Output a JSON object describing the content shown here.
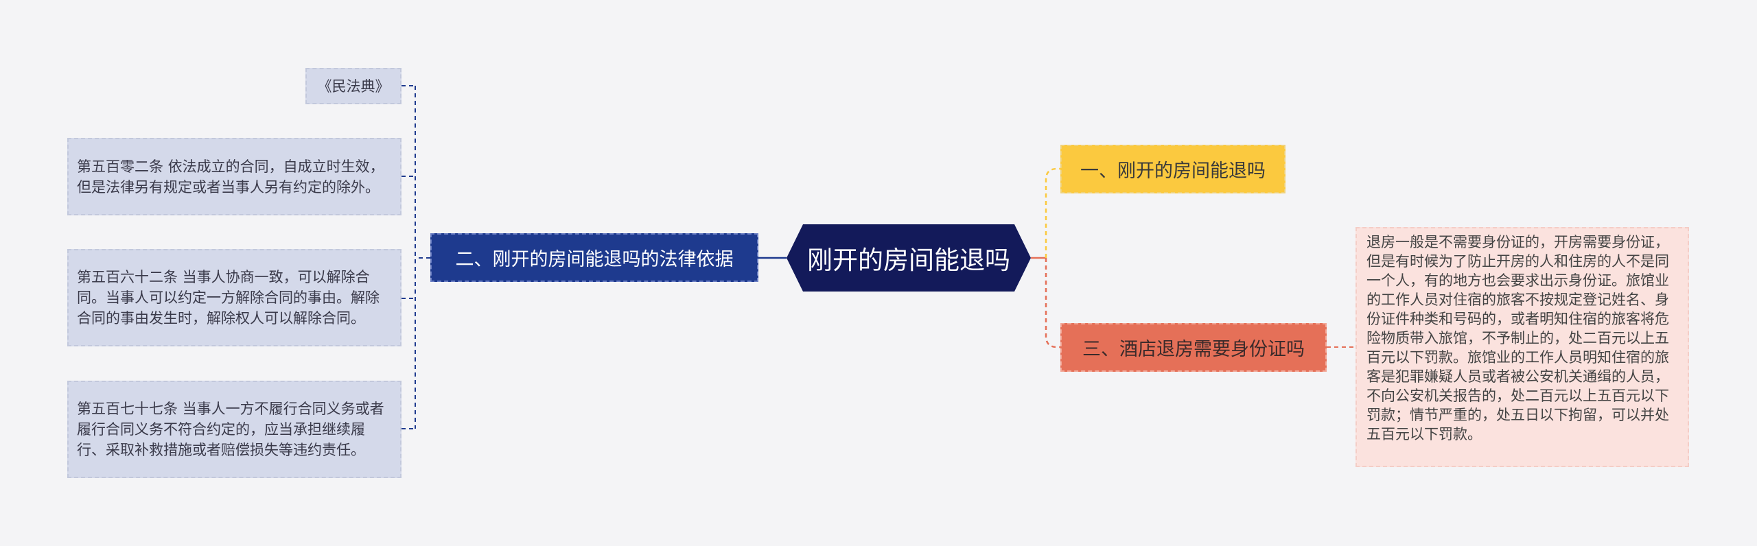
{
  "center": {
    "label": "刚开的房间能退吗"
  },
  "left_branch": {
    "label": "二、刚开的房间能退吗的法律依据",
    "items": [
      "《民法典》",
      "第五百零二条 依法成立的合同，自成立时生效，但是法律另有规定或者当事人另有约定的除外。",
      "第五百六十二条 当事人协商一致，可以解除合同。当事人可以约定一方解除合同的事由。解除合同的事由发生时，解除权人可以解除合同。",
      "第五百七十七条 当事人一方不履行合同义务或者履行合同义务不符合约定的，应当承担继续履行、采取补救措施或者赔偿损失等违约责任。"
    ]
  },
  "right_branches": [
    {
      "label": "一、刚开的房间能退吗"
    },
    {
      "label": "三、酒店退房需要身份证吗",
      "detail": "退房一般是不需要身份证的，开房需要身份证，但是有时候为了防止开房的人和住房的人不是同一个人，有的地方也会要求出示身份证。旅馆业的工作人员对住宿的旅客不按规定登记姓名、身份证件种类和号码的，或者明知住宿的旅客将危险物质带入旅馆，不予制止的，处二百元以上五百元以下罚款。旅馆业的工作人员明知住宿的旅客是犯罪嫌疑人员或者被公安机关通缉的人员，不向公安机关报告的，处二百元以上五百元以下罚款；情节严重的，处五日以下拘留，可以并处五百元以下罚款。"
    }
  ],
  "colors": {
    "background": "#f4f4f6",
    "center": "#131a5a",
    "left_branch": "#1e3a8e",
    "left_leaf": "#d4d9ea",
    "right_branch_1": "#fbc93f",
    "right_branch_2": "#e57058",
    "right_leaf": "#fbe2de"
  }
}
